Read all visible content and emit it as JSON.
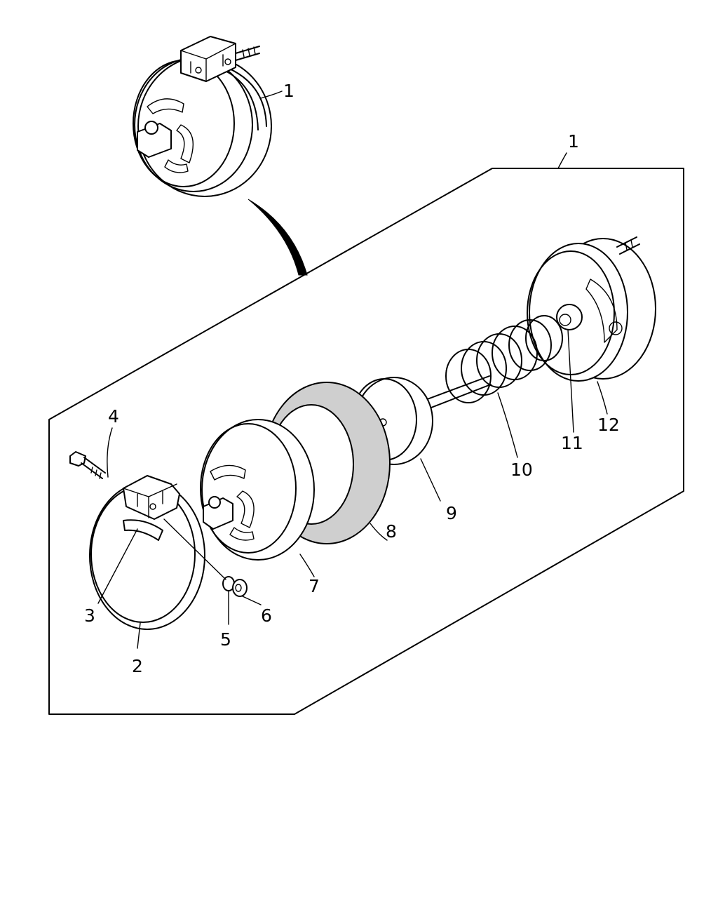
{
  "figure": {
    "callouts": [
      {
        "id": "1",
        "label": "1"
      },
      {
        "id": "1b",
        "label": "1"
      },
      {
        "id": "2",
        "label": "2"
      },
      {
        "id": "3",
        "label": "3"
      },
      {
        "id": "4",
        "label": "4"
      },
      {
        "id": "5",
        "label": "5"
      },
      {
        "id": "6",
        "label": "6"
      },
      {
        "id": "7",
        "label": "7"
      },
      {
        "id": "8",
        "label": "8"
      },
      {
        "id": "9",
        "label": "9"
      },
      {
        "id": "10",
        "label": "10"
      },
      {
        "id": "11",
        "label": "11"
      },
      {
        "id": "12",
        "label": "12"
      }
    ]
  }
}
